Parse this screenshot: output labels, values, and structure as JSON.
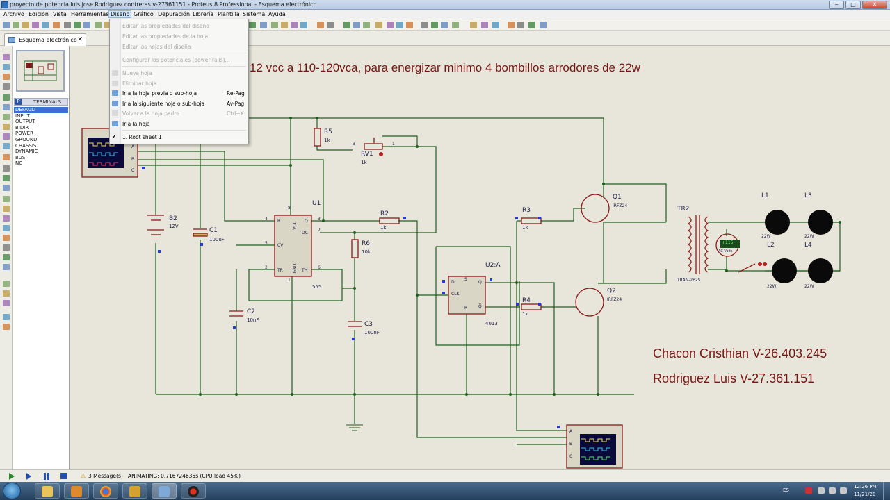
{
  "window": {
    "title": "proyecto de potencia luis jose Rodriguez contreras v-27361151 - Proteus 8 Professional - Esquema electrónico"
  },
  "menu": [
    "Archivo",
    "Edición",
    "Vista",
    "Herramientas",
    "Diseño",
    "Gráfico",
    "Depuración",
    "Librería",
    "Plantilla",
    "Sistema",
    "Ayuda"
  ],
  "active_menu": "Diseño",
  "tab": {
    "label": "Esquema electrónico",
    "close": "✕"
  },
  "dropdown": {
    "items": [
      {
        "label": "Editar las propiedades del diseño",
        "disabled": true
      },
      {
        "label": "Editar las propiedades de la hoja",
        "disabled": true
      },
      {
        "label": "Editar las hojas del diseño",
        "disabled": true
      },
      {
        "label": "Configurar los potenciales (power rails)...",
        "disabled": true
      },
      {
        "label": "Nueva hoja",
        "disabled": true
      },
      {
        "label": "Eliminar hoja",
        "disabled": true
      },
      {
        "label": "Ir a la hoja previa o sub-hoja",
        "shortcut": "Re-Pag",
        "disabled": false
      },
      {
        "label": "Ir a la siguiente hoja o sub-hoja",
        "shortcut": "Av-Pag",
        "disabled": false
      },
      {
        "label": "Volver a la hoja padre",
        "shortcut": "Ctrl+X",
        "disabled": true
      },
      {
        "label": "Ir a la hoja",
        "disabled": false
      },
      {
        "label": "1. Root sheet 1",
        "disabled": false,
        "checked": true
      }
    ],
    "check": "✔"
  },
  "terminals": {
    "header": "TERMINALS",
    "badge": "P",
    "items": [
      "DEFAULT",
      "INPUT",
      "OUTPUT",
      "BIDIR",
      "POWER",
      "GROUND",
      "CHASSIS",
      "DYNAMIC",
      "BUS",
      "NC"
    ],
    "selected": "DEFAULT"
  },
  "schematic": {
    "title": "12 vcc a 110-120vca, para energizar minimo 4 bombillos arrodores de 22w",
    "credit1": "Chacon Cristhian V-26.403.245",
    "credit2": "Rodriguez Luis V-27.361.151",
    "components": {
      "B2": "B2",
      "B2v": "12V",
      "C1": "C1",
      "C1v": "100uF",
      "C2": "C2",
      "C2v": "10nF",
      "C3": "C3",
      "C3v": "100nF",
      "R5": "R5",
      "R5v": "1k",
      "RV1": "RV1",
      "RV1v": "1k",
      "R2": "R2",
      "R2v": "1k",
      "R6": "R6",
      "R6v": "10k",
      "U1": "U1",
      "U1v": "555",
      "R3": "R3",
      "R3v": "1k",
      "R4": "R4",
      "R4v": "1k",
      "U2": "U2:A",
      "U2v": "4013",
      "Q1": "Q1",
      "Q1v": "IRFZ24",
      "Q2": "Q2",
      "Q2v": "IRFZ24",
      "TR2": "TR2",
      "TR2v": "TRAN-2P2S",
      "L1": "L1",
      "L2": "L2",
      "L3": "L3",
      "L4": "L4",
      "Lw": "22W",
      "meter": "+115",
      "meterv": "AC Volts",
      "p555": [
        "R",
        "VCC",
        "Q",
        "DC",
        "CV",
        "TR",
        "GND",
        "TH"
      ],
      "p4013": [
        "D",
        "CLK",
        "Q",
        "Q̅",
        "S",
        "R"
      ],
      "pins": [
        "4",
        "8",
        "3",
        "7",
        "5",
        "2",
        "1",
        "6"
      ],
      "scopeCh": [
        "A",
        "B",
        "C"
      ],
      "rvl": [
        "3",
        "1"
      ]
    }
  },
  "status": {
    "messages": "3 Message(s)",
    "animating": "ANIMATING: 0.716724635s (CPU load 45%)"
  },
  "tray": {
    "lang": "ES",
    "time": "12:26 PM",
    "date": "11/21/20"
  },
  "colors": {
    "wire": "#1f5f1f",
    "component": "#8b1a1a",
    "text_dark": "#20204a",
    "title_text": "#7a1414"
  }
}
